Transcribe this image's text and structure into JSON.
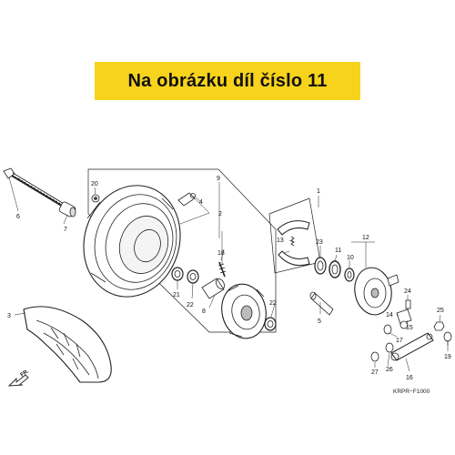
{
  "banner": {
    "title": "Na obrázku díl číslo 11",
    "background": "#f8d31c"
  },
  "diagram": {
    "drawing_code": "KRPR−F1000",
    "direction_label": "FR.",
    "callouts": [
      "1",
      "2",
      "3",
      "4",
      "5",
      "6",
      "7",
      "8",
      "9",
      "10",
      "11",
      "12",
      "13",
      "14",
      "15",
      "16",
      "17",
      "18",
      "19",
      "20",
      "21",
      "22",
      "22",
      "23",
      "24",
      "25",
      "26",
      "27"
    ]
  }
}
